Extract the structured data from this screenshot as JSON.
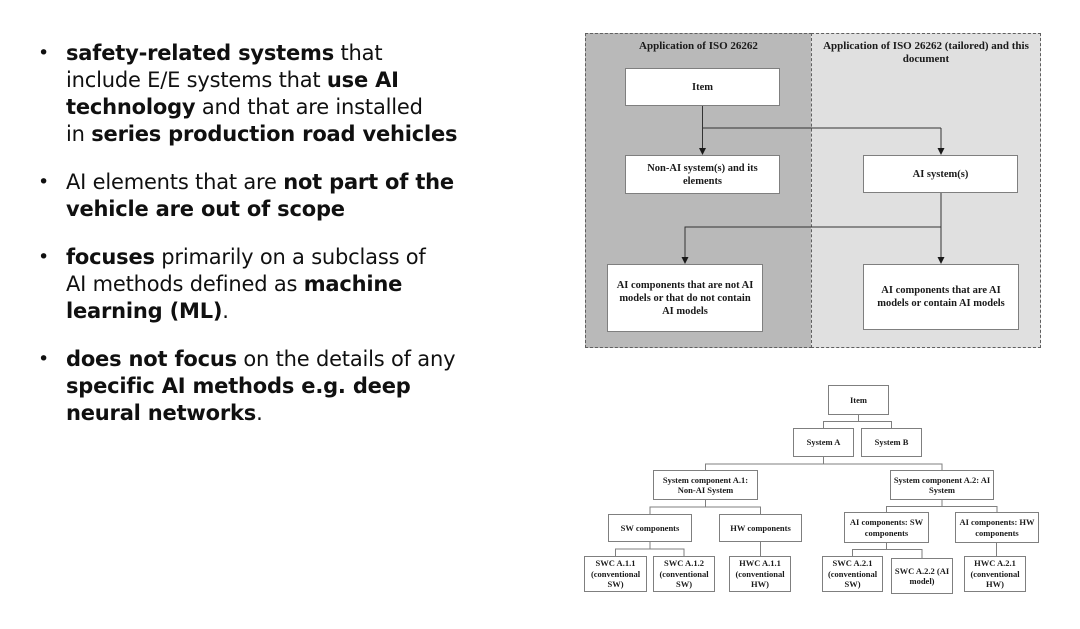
{
  "list": {
    "marker": "•"
  },
  "bullets": [
    {
      "segments": [
        {
          "text": "safety-related systems",
          "bold": true
        },
        {
          "text": " that",
          "bold": false
        },
        {
          "text": "include E/E systems that ",
          "bold": false
        },
        {
          "text": "use AI",
          "bold": true
        },
        {
          "text": "technology",
          "bold": true
        },
        {
          "text": " and that are installed",
          "bold": false
        },
        {
          "text": "in ",
          "bold": false
        },
        {
          "text": "series production road vehicles",
          "bold": true
        }
      ]
    },
    {
      "segments": [
        {
          "text": "AI elements that are ",
          "bold": false
        },
        {
          "text": "not part of the",
          "bold": true
        },
        {
          "text": "vehicle are out of scope",
          "bold": true
        }
      ]
    },
    {
      "segments": [
        {
          "text": "focuses",
          "bold": true
        },
        {
          "text": " primarily on a subclass of",
          "bold": false
        },
        {
          "text": "AI methods defined as ",
          "bold": false
        },
        {
          "text": "machine",
          "bold": true
        },
        {
          "text": "learning (ML)",
          "bold": true
        },
        {
          "text": ".",
          "bold": false
        }
      ]
    },
    {
      "segments": [
        {
          "text": "does not focus",
          "bold": true
        },
        {
          "text": " on the details of any",
          "bold": false
        },
        {
          "text": "specific AI methods e.g. deep",
          "bold": true
        },
        {
          "text": "neural networks",
          "bold": true
        },
        {
          "text": ".",
          "bold": false
        }
      ]
    }
  ],
  "figure1": {
    "panels": [
      {
        "title": "Application of ISO 26262",
        "fill": "#b9b9b9"
      },
      {
        "title": "Application of ISO 26262 (tailored) and this document",
        "fill": "#e0e0e0"
      }
    ],
    "nodes": [
      {
        "label": "Item"
      },
      {
        "label": "Non-AI system(s) and its elements"
      },
      {
        "label": "AI system(s)"
      },
      {
        "label": "AI components that are not AI models or that do not contain AI models"
      },
      {
        "label": "AI components that are AI models or contain AI models"
      }
    ],
    "colors": {
      "line": "#333333",
      "box_border": "#7f7f7f",
      "dashed_border": "#5f5f5f",
      "text": "#1a1a1a"
    }
  },
  "figure2": {
    "nodes": [
      {
        "label": "Item"
      },
      {
        "label": "System A"
      },
      {
        "label": "System B"
      },
      {
        "label": "System component A.1: Non-AI System"
      },
      {
        "label": "System component A.2: AI System"
      },
      {
        "label": "SW components"
      },
      {
        "label": "HW components"
      },
      {
        "label": "AI components: SW components"
      },
      {
        "label": "AI components: HW components"
      },
      {
        "label": "SWC A.1.1 (conventional SW)"
      },
      {
        "label": "SWC A.1.2 (conventional SW)"
      },
      {
        "label": "HWC A.1.1 (conventional HW)"
      },
      {
        "label": "SWC A.2.1 (conventional SW)"
      },
      {
        "label": "SWC A.2.2 (AI model)"
      },
      {
        "label": "HWC A.2.1 (conventional HW)"
      }
    ],
    "colors": {
      "line": "#7f7f7f",
      "box_border": "#7f7f7f",
      "text": "#1a1a1a"
    }
  }
}
